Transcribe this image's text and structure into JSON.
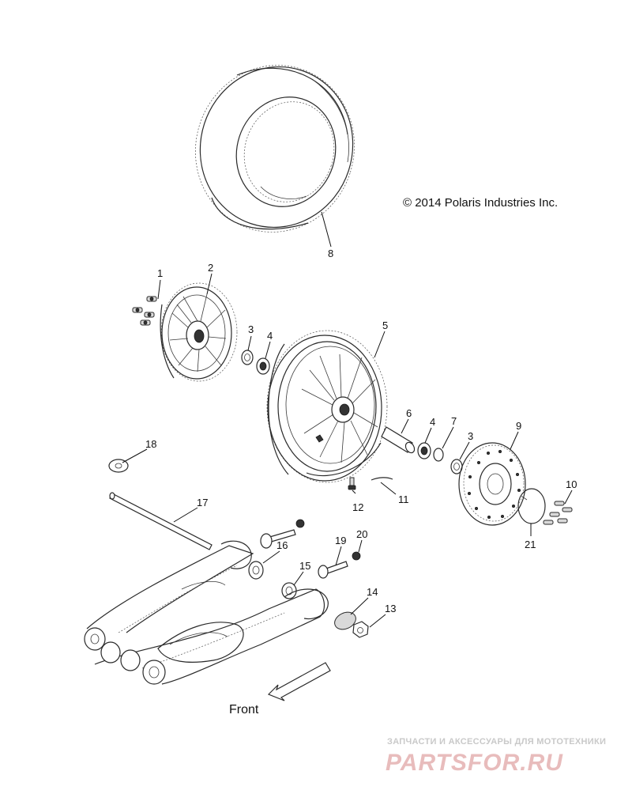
{
  "copyright": "© 2014 Polaris Industries Inc.",
  "direction_label": "Front",
  "watermark": {
    "tagline": "ЗАПЧАСТИ И АКСЕССУАРЫ ДЛЯ МОТОТЕХНИКИ",
    "brand": "PARTSFOR.RU"
  },
  "callouts": [
    "1",
    "2",
    "3",
    "4",
    "5",
    "6",
    "4",
    "7",
    "3",
    "9",
    "8",
    "18",
    "17",
    "16",
    "19",
    "20",
    "15",
    "14",
    "13",
    "12",
    "11",
    "10",
    "21"
  ]
}
